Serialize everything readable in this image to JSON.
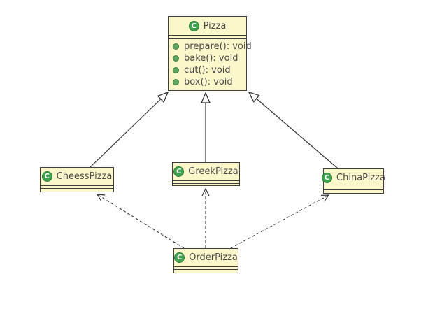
{
  "classes": {
    "pizza": {
      "name": "Pizza",
      "stereotype_icon": "C",
      "methods": [
        "prepare(): void",
        "bake(): void",
        "cut(): void",
        "box(): void"
      ]
    },
    "cheess_pizza": {
      "name": "CheessPizza",
      "stereotype_icon": "C",
      "methods": []
    },
    "greek_pizza": {
      "name": "GreekPizza",
      "stereotype_icon": "C",
      "methods": []
    },
    "china_pizza": {
      "name": "ChinaPizza",
      "stereotype_icon": "C",
      "methods": []
    },
    "order_pizza": {
      "name": "OrderPizza",
      "stereotype_icon": "C",
      "methods": []
    }
  },
  "relationships": [
    {
      "from": "CheessPizza",
      "to": "Pizza",
      "type": "generalization",
      "line": "solid",
      "arrowhead": "hollow-triangle"
    },
    {
      "from": "GreekPizza",
      "to": "Pizza",
      "type": "generalization",
      "line": "solid",
      "arrowhead": "hollow-triangle"
    },
    {
      "from": "ChinaPizza",
      "to": "Pizza",
      "type": "generalization",
      "line": "solid",
      "arrowhead": "hollow-triangle"
    },
    {
      "from": "OrderPizza",
      "to": "CheessPizza",
      "type": "dependency",
      "line": "dashed",
      "arrowhead": "open"
    },
    {
      "from": "OrderPizza",
      "to": "GreekPizza",
      "type": "dependency",
      "line": "dashed",
      "arrowhead": "open"
    },
    {
      "from": "OrderPizza",
      "to": "ChinaPizza",
      "type": "dependency",
      "line": "dashed",
      "arrowhead": "open"
    }
  ],
  "colors": {
    "background": "#ffffff",
    "box_fill": "#fcf6cb",
    "box_border": "#3d3d3d",
    "text": "#4a4a4a",
    "class_icon_green": "#3ea34d",
    "method_bullet_green": "#5ca85c",
    "edge_line": "#333333"
  }
}
